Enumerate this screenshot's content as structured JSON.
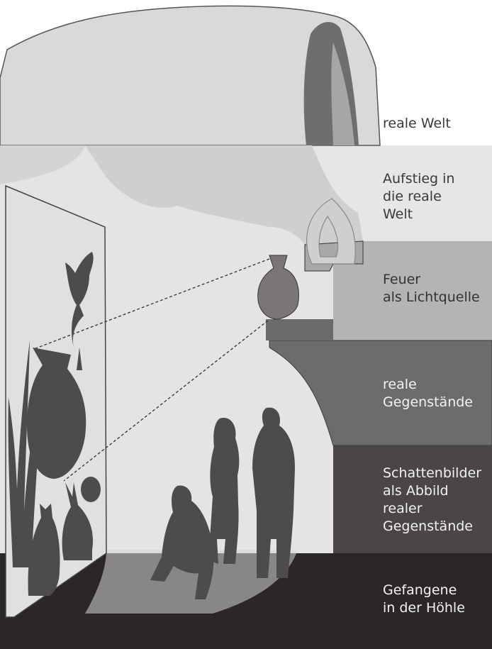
{
  "diagram": {
    "levels": [
      {
        "id": "real-world",
        "label": "reale Welt",
        "band_color": "#ffffff",
        "text_color": "#3a3a3a"
      },
      {
        "id": "ascent",
        "label": "Aufstieg in\ndie reale\nWelt",
        "band_color": "#e6e6e6",
        "text_color": "#3a3a3a"
      },
      {
        "id": "fire",
        "label": "Feuer\nals Lichtquelle",
        "band_color": "#b4b4b4",
        "text_color": "#333333"
      },
      {
        "id": "objects",
        "label": "reale\nGegenstände",
        "band_color": "#7d7d7d",
        "text_color": "#f2f2f2"
      },
      {
        "id": "shadows",
        "label": "Schattenbilder\nals Abbild\nrealer\nGegenstände",
        "band_color": "#4a4646",
        "text_color": "#f2f2f2"
      },
      {
        "id": "prisoners",
        "label": "Gefangene\nin der Höhle",
        "band_color": "#2b2727",
        "text_color": "#f2f2f2"
      }
    ],
    "colors": {
      "rock_outer": "#d9d9d9",
      "rock_inner": "#c8c8c8",
      "cave_floor": "#e8e8e8",
      "silhouette": "#4d4b4b",
      "shadow_wall": "#e4e4e4",
      "fire_outline": "#c9c9c9",
      "vase": "#7b7575"
    },
    "icons": [
      "vase-icon",
      "flame-icon",
      "bird-shadow-icon",
      "vase-shadow-icon",
      "cat-shadow-icon",
      "rabbit-shadow-icon",
      "plant-shadow-icon",
      "prisoner-figures-icon"
    ]
  }
}
